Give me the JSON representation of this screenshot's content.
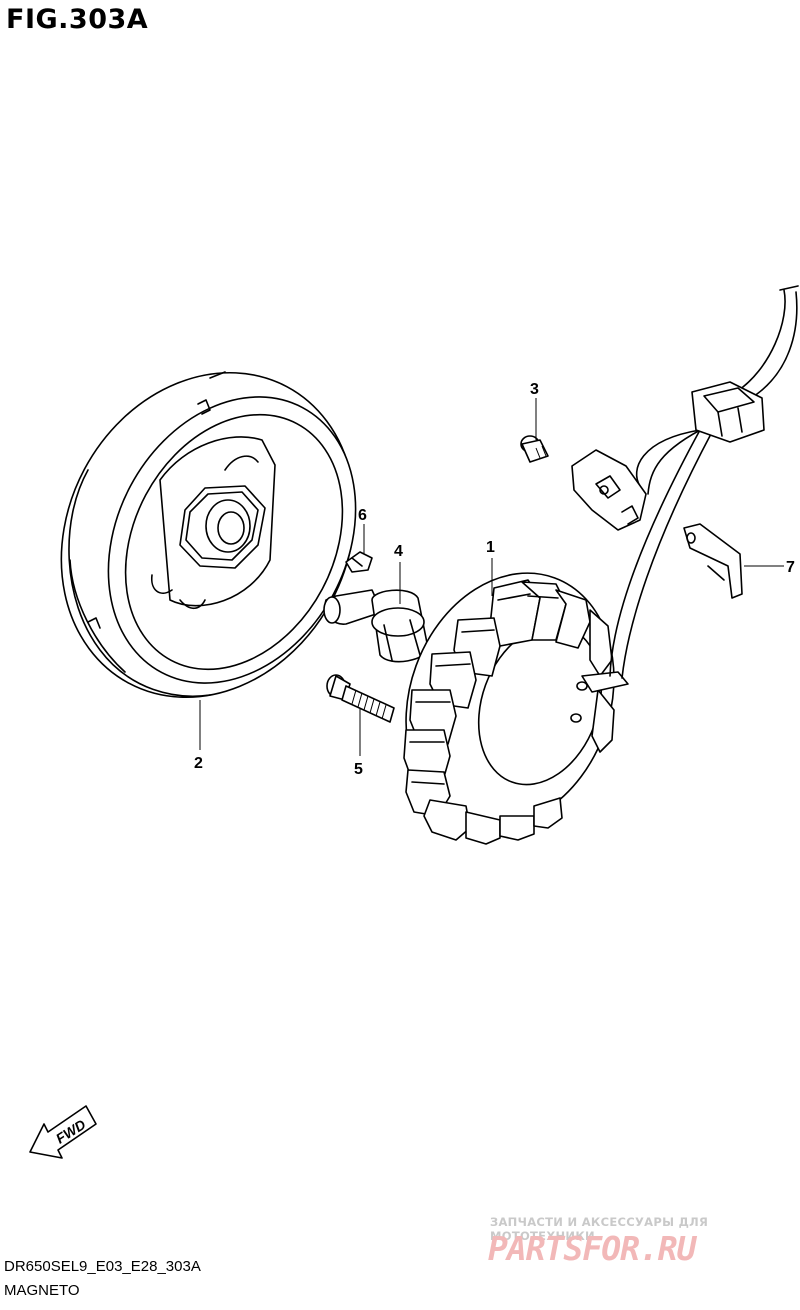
{
  "figure": {
    "title": "FIG.303A"
  },
  "footer": {
    "code": "DR650SEL9_E03_E28_303A",
    "name": "MAGNETO"
  },
  "watermark": {
    "line": "ЗАПЧАСТИ И АКСЕССУАРЫ ДЛЯ МОТОТЕХНИКИ",
    "brand": "PARTSFOR.RU",
    "line_color": "#c9c9c9",
    "brand_color": "#f2b8b8"
  },
  "fwd": {
    "label": "FWD"
  },
  "callouts": [
    {
      "id": "1",
      "label": "1"
    },
    {
      "id": "2",
      "label": "2"
    },
    {
      "id": "3",
      "label": "3"
    },
    {
      "id": "4",
      "label": "4"
    },
    {
      "id": "5",
      "label": "5"
    },
    {
      "id": "6",
      "label": "6"
    },
    {
      "id": "7",
      "label": "7"
    }
  ]
}
